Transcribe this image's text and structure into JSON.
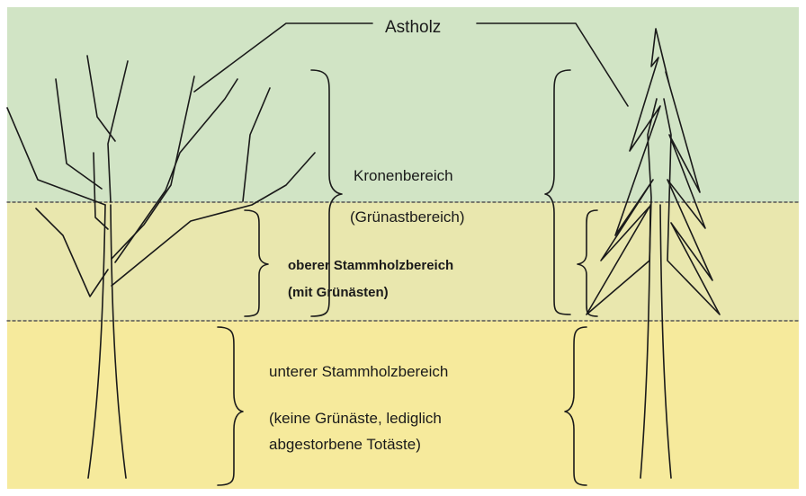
{
  "colors": {
    "crown_band": "#d1e4c5",
    "upper_trunk_band": "#e9e7ae",
    "lower_trunk_band": "#f6ea9c",
    "line": "#1a1a1a",
    "divider": "#555555"
  },
  "labels": {
    "branch_wood": "Astholz",
    "crown_zone": "Kronenbereich",
    "green_branch_zone": "(Grünastbereich)",
    "upper_trunk_line1": "oberer Stammholzbereich",
    "upper_trunk_line2": "(mit Grünästen)",
    "lower_trunk_line1": "unterer Stammholzbereich",
    "lower_trunk_line2": "(keine Grünäste, lediglich",
    "lower_trunk_line3": "abgestorbene Totäste)"
  }
}
